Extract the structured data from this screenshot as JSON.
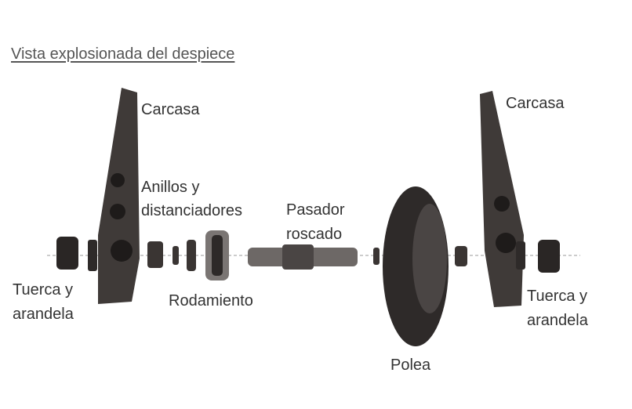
{
  "title": "Vista explosionada del despiece",
  "labels": {
    "carcasa_left": "Carcasa",
    "carcasa_right": "Carcasa",
    "anillos_line1": "Anillos y",
    "anillos_line2": "distanciadores",
    "pasador_line1": "Pasador",
    "pasador_line2": "roscado",
    "tuerca_left_line1": "Tuerca y",
    "tuerca_left_line2": "arandela",
    "tuerca_right_line1": "Tuerca y",
    "tuerca_right_line2": "arandela",
    "rodamiento": "Rodamiento",
    "polea": "Polea"
  },
  "colors": {
    "part": "#3a3533",
    "part_light": "#6d6866",
    "text": "#333333"
  }
}
